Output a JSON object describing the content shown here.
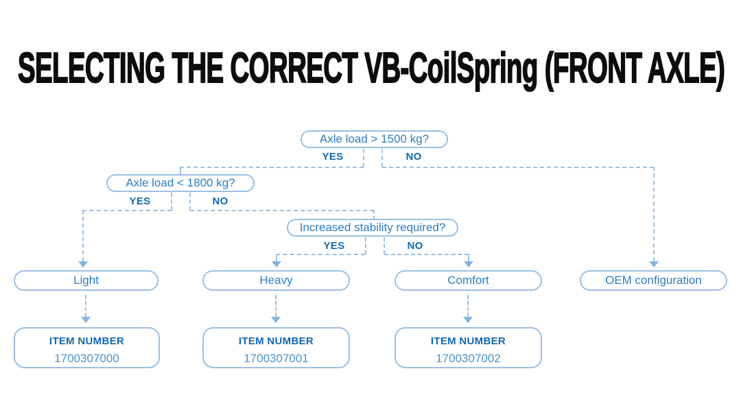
{
  "title": "SELECTING THE CORRECT VB-CoilSpring (FRONT AXLE)",
  "diagram": {
    "decisions": [
      {
        "question": "Axle load > 1500 kg?",
        "yes_label": "YES",
        "no_label": "NO"
      },
      {
        "question": "Axle load < 1800 kg?",
        "yes_label": "YES",
        "no_label": "NO"
      },
      {
        "question": "Increased stability required?",
        "yes_label": "YES",
        "no_label": "NO"
      }
    ],
    "results": [
      {
        "label": "Light"
      },
      {
        "label": "Heavy"
      },
      {
        "label": "Comfort"
      },
      {
        "label": "OEM configuration"
      }
    ],
    "item_boxes": [
      {
        "heading": "ITEM NUMBER",
        "number": "1700307000"
      },
      {
        "heading": "ITEM NUMBER",
        "number": "1700307001"
      },
      {
        "heading": "ITEM NUMBER",
        "number": "1700307002"
      }
    ]
  },
  "colors": {
    "title_black": "#0d0d0d",
    "question_text_blue": "#2e7cc0",
    "yes_no_blue": "#1168b0",
    "line_blue": "#9cc0e2",
    "arrow_blue": "#85b4dd",
    "item_number_blue": "#4c92cb",
    "background": "#ffffff"
  }
}
